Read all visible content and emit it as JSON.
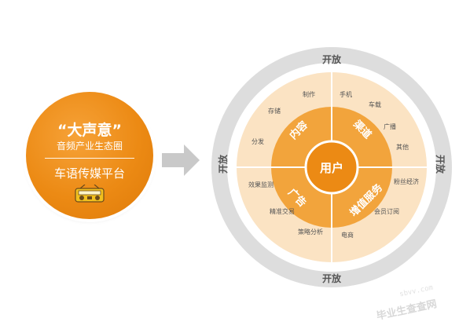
{
  "left_panel": {
    "title": "“大声意”",
    "subtitle": "音频产业生态圈",
    "platform": "车语传媒平台"
  },
  "diagram": {
    "center": "用户",
    "outer_ring": [
      "开放",
      "开放",
      "开放",
      "开放"
    ],
    "quadrants": [
      "内容",
      "渠道",
      "增值服务",
      "广告"
    ],
    "items": {
      "content": [
        "制作",
        "存储",
        "分发"
      ],
      "channel": [
        "手机",
        "车载",
        "广播",
        "其他"
      ],
      "value_added": [
        "粉丝经济",
        "会员订阅",
        "电商"
      ],
      "ad": [
        "效果监测",
        "精准交易",
        "策略分析"
      ]
    }
  },
  "watermark": {
    "text": "毕业生查查网",
    "url": "sbvv.com"
  },
  "colors": {
    "orange": "#ec8a14",
    "light_orange": "#f7c98a",
    "pale_orange": "#fbe3c3",
    "gray_ring": "#dddddd"
  }
}
